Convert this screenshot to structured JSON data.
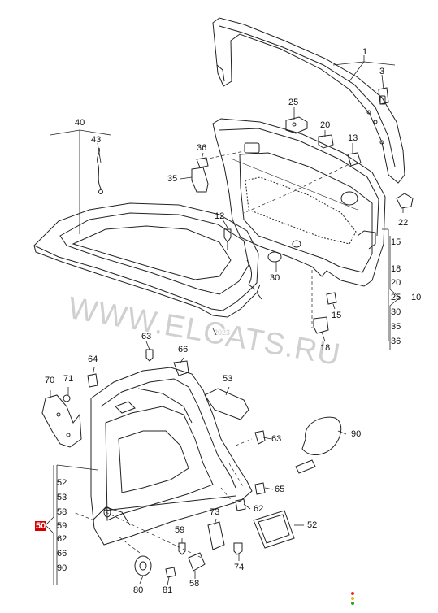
{
  "watermark": "WWW.ELCATS.RU",
  "year_stamp": "2023",
  "highlight_color": "#d40000",
  "labels": {
    "p1": "1",
    "p3": "3",
    "p40": "40",
    "p43": "43",
    "p25": "25",
    "p20": "20",
    "p13": "13",
    "p36": "36",
    "p35": "35",
    "p12": "12",
    "p22": "22",
    "p30": "30",
    "p15b": "15",
    "p18b": "18",
    "p63a": "63",
    "p64": "64",
    "p66": "66",
    "p70": "70",
    "p71": "71",
    "p53": "53",
    "p90": "90",
    "p63b": "63",
    "p65": "65",
    "p62": "62",
    "p52": "52",
    "p73": "73",
    "p59": "59",
    "p74": "74",
    "p58": "58",
    "p80": "80",
    "p81": "81"
  },
  "group10": {
    "total": "10",
    "items": [
      "15",
      "18",
      "20",
      "25",
      "30",
      "35",
      "36"
    ]
  },
  "group50": {
    "total": "50",
    "items": [
      "52",
      "53",
      "58",
      "59",
      "62",
      "66",
      "90"
    ]
  },
  "status_dots": [
    "#e03020",
    "#f0b400",
    "#2aa02a"
  ]
}
